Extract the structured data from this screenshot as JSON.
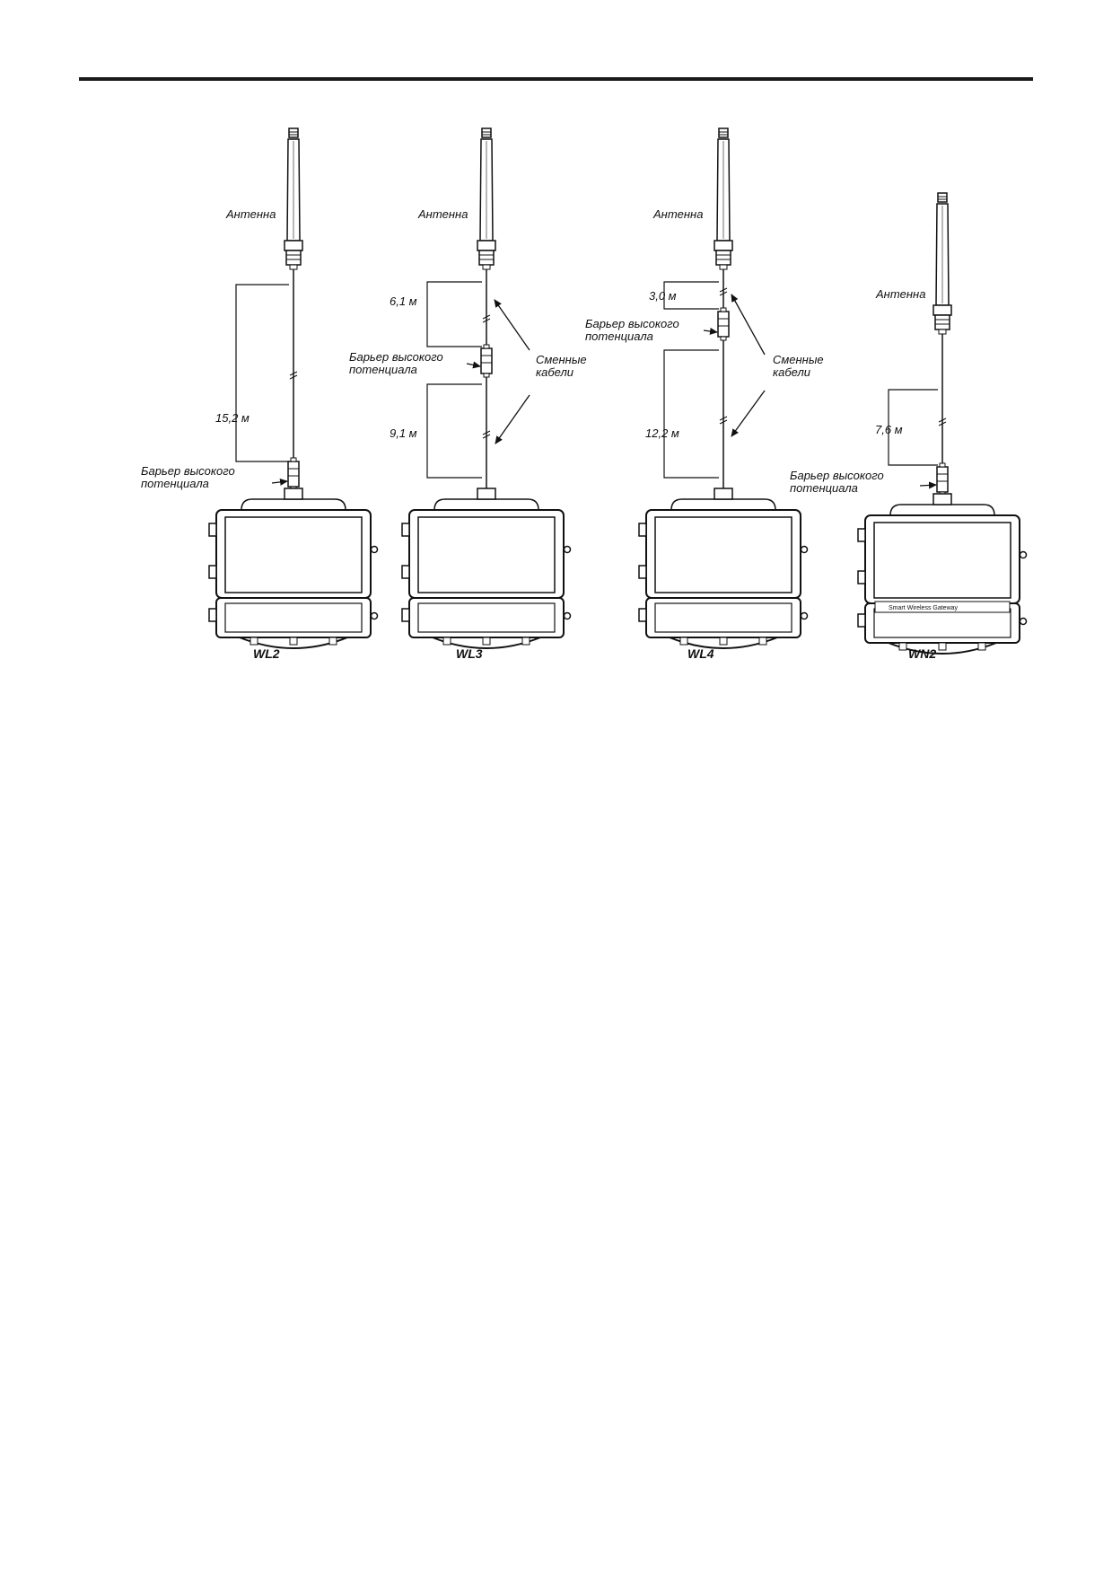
{
  "figure": {
    "antenna_label": "Антенна",
    "barrier_label": "Барьер высокого\nпотенциала",
    "barrier_label_alt": "Барьер высокого\nпотенциалa",
    "spare_cables_label": "Сменные\nкабели",
    "device_plate_text": "Smart Wireless Gateway",
    "units": [
      {
        "model": "WL2",
        "cable_lengths": [
          "15,2 м"
        ]
      },
      {
        "model": "WL3",
        "cable_lengths": [
          "6,1 м",
          "9,1 м"
        ]
      },
      {
        "model": "WL4",
        "cable_lengths": [
          "3,0 м",
          "12,2 м"
        ]
      },
      {
        "model": "WN2",
        "cable_lengths": [
          "7,6 м"
        ]
      }
    ]
  }
}
